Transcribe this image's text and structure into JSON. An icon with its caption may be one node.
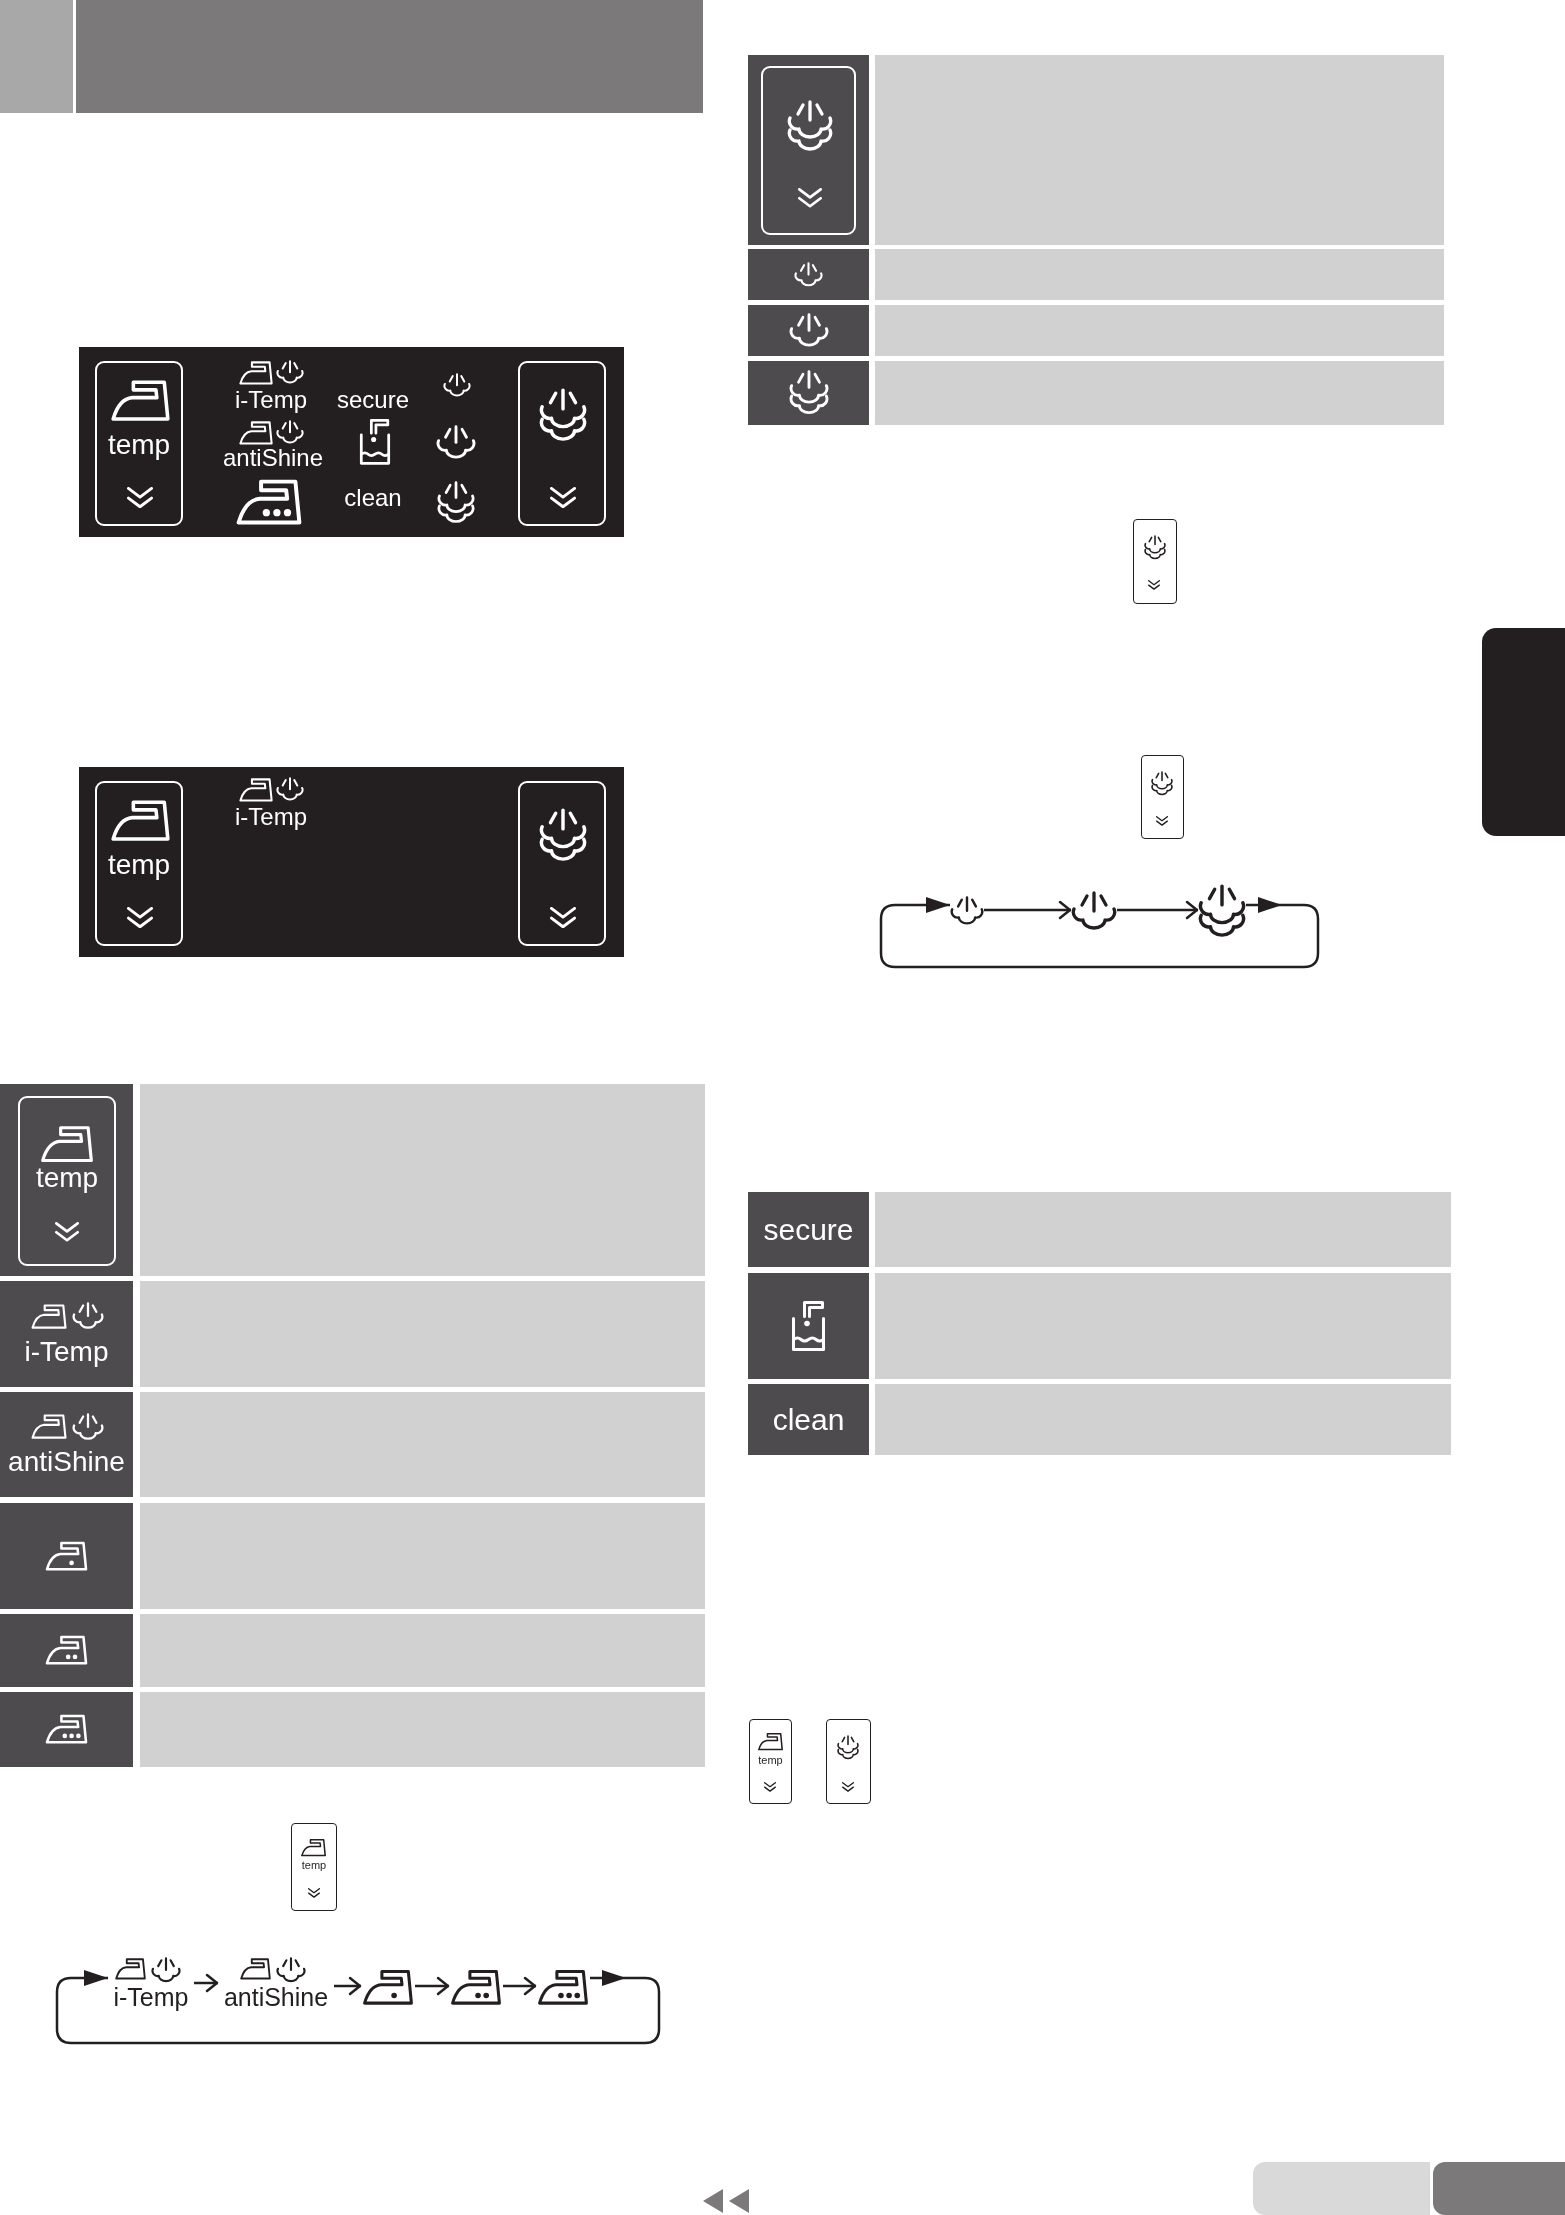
{
  "diagram": {
    "nodes": [
      {
        "text": [],
        "shape": "box"
      },
      {
        "text": [
          "temp"
        ],
        "in": 0
      },
      {
        "text": [],
        "shape": "box",
        "in": 0
      },
      {
        "text": [],
        "shape": "box"
      },
      {
        "text": [
          "temp"
        ],
        "in": 3
      },
      {
        "text": [],
        "shape": "box",
        "in": 3
      },
      {
        "text": [
          "temp"
        ]
      },
      {
        "text": [
          "temp"
        ]
      },
      {
        "text": [
          "i-Temp"
        ]
      },
      {
        "text": [
          "antiShine"
        ]
      },
      {
        "text": [],
        "shape": "picture"
      },
      {
        "text": [],
        "shape": "picture"
      },
      {
        "text": [],
        "shape": "picture"
      },
      {
        "text": [],
        "shape": "box"
      },
      {
        "text": [],
        "shape": "box"
      },
      {
        "text": [],
        "shape": "box"
      },
      {
        "text": [],
        "shape": "picture"
      },
      {
        "text": [],
        "shape": "picture"
      },
      {
        "text": [],
        "shape": "picture"
      },
      {
        "text": [
          "temp"
        ]
      },
      {
        "text": [],
        "shape": "box"
      },
      {
        "text": [],
        "shape": "box"
      },
      {
        "text": [],
        "shape": "box"
      },
      {
        "text": [],
        "shape": "box"
      }
    ],
    "edges": [
      {
        "from": 8,
        "to": 9,
        "arrow": "to"
      },
      {
        "from": 9,
        "to": 10,
        "arrow": "to"
      },
      {
        "from": 10,
        "to": 11,
        "arrow": "to"
      },
      {
        "from": 11,
        "to": 12,
        "arrow": "to"
      },
      {
        "from": 12,
        "to": 8,
        "arrow": "to"
      },
      {
        "from": 16,
        "to": 17,
        "arrow": "to"
      },
      {
        "from": 17,
        "to": 18,
        "arrow": "to"
      },
      {
        "from": 18,
        "to": 16,
        "arrow": "to"
      }
    ],
    "labels": [
      "i-Temp",
      "secure",
      "antiShine",
      "clean",
      "i-Temp",
      "i-Temp",
      "antiShine",
      "secure",
      "clean"
    ]
  }
}
